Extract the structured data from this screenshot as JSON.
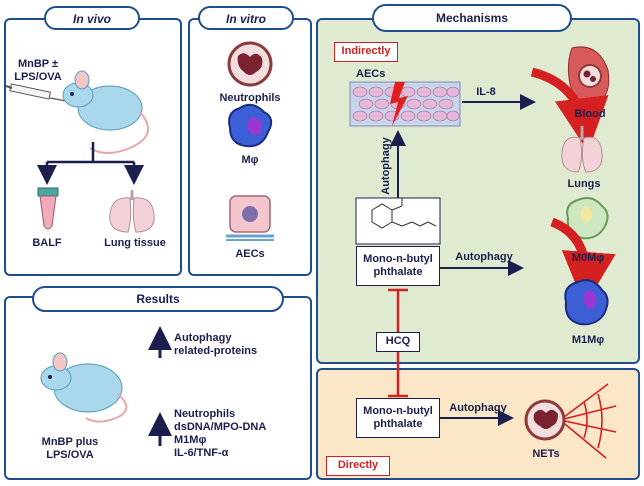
{
  "in_vivo": {
    "title": "In vivo",
    "treatment": "MnBP ±",
    "treatment2": "LPS/OVA",
    "balf": "BALF",
    "lung_tissue": "Lung tissue"
  },
  "in_vitro": {
    "title": "In vitro",
    "neutrophils": "Neutrophils",
    "macrophage": "Mφ",
    "aecs": "AECs"
  },
  "mechanisms": {
    "title": "Mechanisms",
    "indirectly": "Indirectly",
    "aecs": "AECs",
    "il8": "IL-8",
    "blood": "Blood",
    "lungs": "Lungs",
    "autophagy_vertical": "Autophagy",
    "compound_line1": "Mono-n-butyl",
    "compound_line2": "phthalate",
    "autophagy_right": "Autophagy",
    "m0": "M0Mφ",
    "m1": "M1Mφ",
    "hcq": "HCQ",
    "directly": "Directly",
    "compound2_line1": "Mono-n-butyl",
    "compound2_line2": "phthalate",
    "autophagy_direct": "Autophagy",
    "nets": "NETs"
  },
  "results": {
    "title": "Results",
    "group_line1": "MnBP plus",
    "group_line2": "LPS/OVA",
    "up1_line1": "Autophagy",
    "up1_line2": "related-proteins",
    "up2_line1": "Neutrophils",
    "up2_line2": "dsDNA/MPO-DNA",
    "up2_line3": "M1Mφ",
    "up2_line4": "IL-6/TNF-α"
  },
  "colors": {
    "panel_border": "#1f4e8c",
    "mechanism_bg": "#dfead0",
    "directly_bg": "#fbe6c7",
    "inhibit_red": "#d42020",
    "arrow_navy": "#1a1f4d",
    "mouse_blue": "#a9d8ec"
  }
}
